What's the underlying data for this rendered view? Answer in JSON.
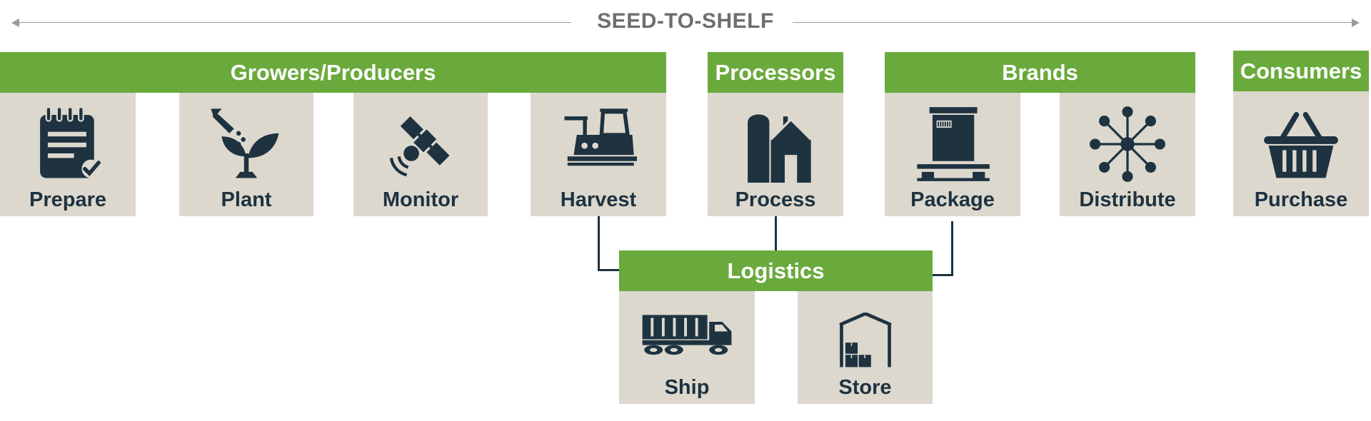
{
  "title": "SEED-TO-SHELF",
  "colors": {
    "header_green": "#6aaa3c",
    "tile_beige": "#dcd8ce",
    "icon_navy": "#1e3240",
    "title_gray": "#6e6e6e"
  },
  "groups": {
    "growers": "Growers/Producers",
    "processors": "Processors",
    "brands": "Brands",
    "consumers": "Consumers",
    "logistics": "Logistics"
  },
  "steps": {
    "prepare": {
      "label": "Prepare",
      "icon": "notepad-check-icon"
    },
    "plant": {
      "label": "Plant",
      "icon": "watering-seedling-icon"
    },
    "monitor": {
      "label": "Monitor",
      "icon": "satellite-icon"
    },
    "harvest": {
      "label": "Harvest",
      "icon": "combine-harvester-icon"
    },
    "process": {
      "label": "Process",
      "icon": "barn-silo-icon"
    },
    "package": {
      "label": "Package",
      "icon": "crate-on-pallet-icon"
    },
    "distribute": {
      "label": "Distribute",
      "icon": "network-hub-icon"
    },
    "purchase": {
      "label": "Purchase",
      "icon": "shopping-basket-icon"
    },
    "ship": {
      "label": "Ship",
      "icon": "truck-icon"
    },
    "store": {
      "label": "Store",
      "icon": "warehouse-icon"
    }
  }
}
